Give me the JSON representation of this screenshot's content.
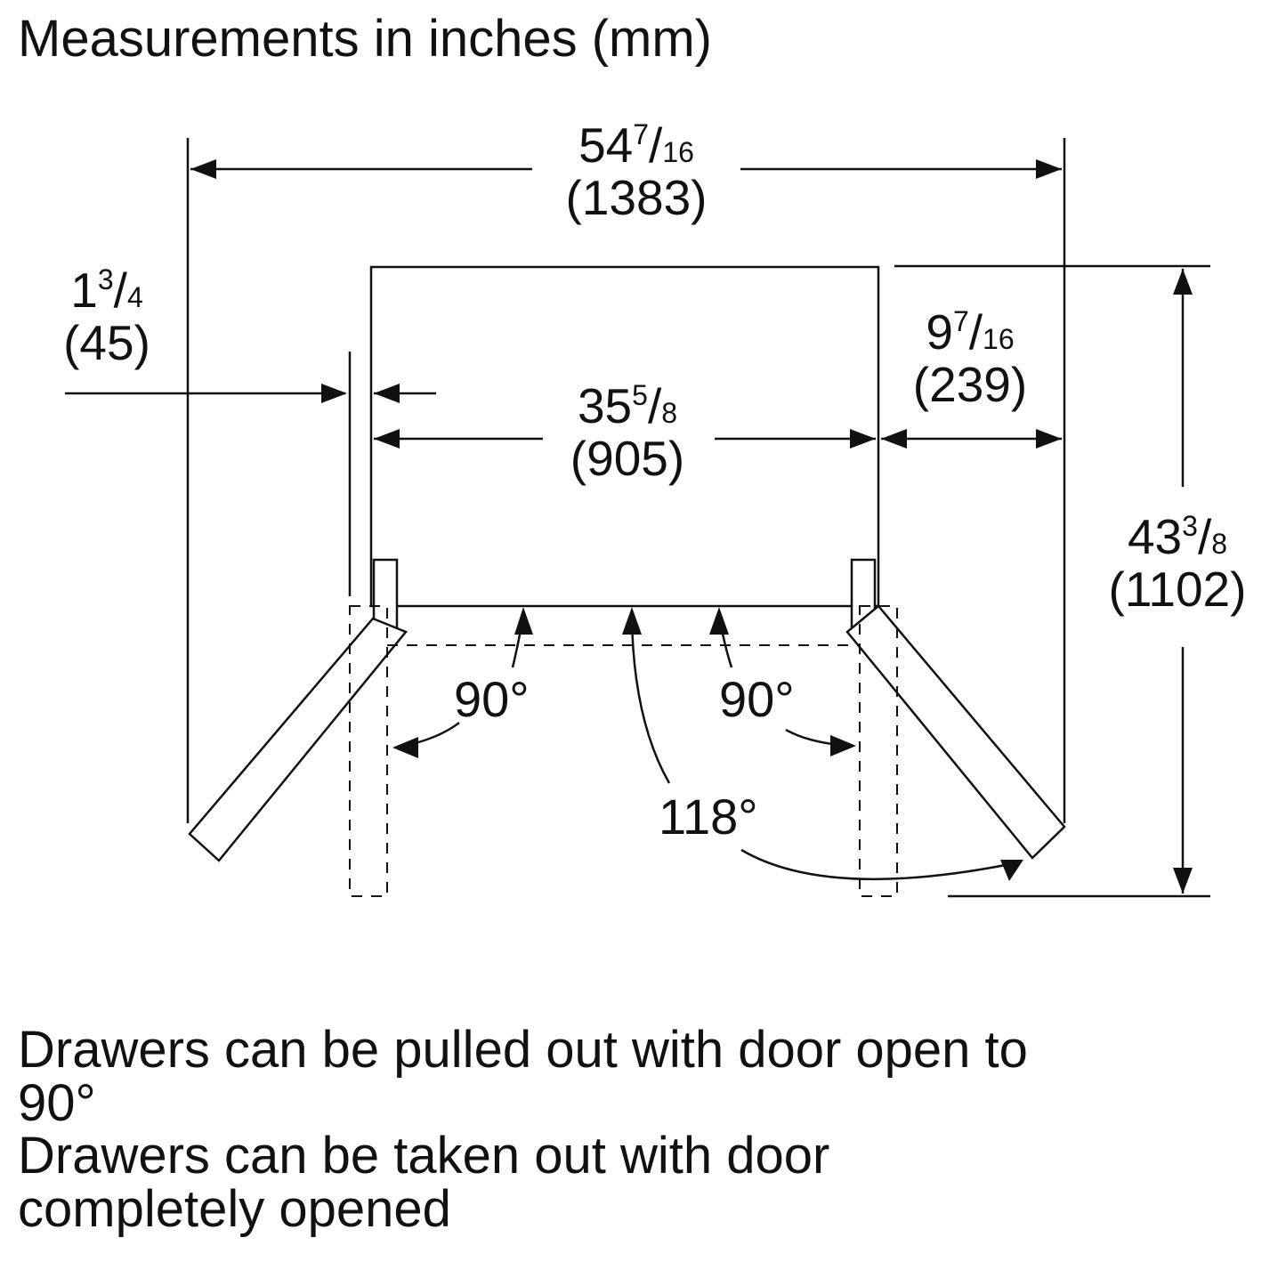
{
  "title": "Measurements in inches (mm)",
  "dimensions": {
    "overall_width": {
      "whole": "54",
      "num": "7",
      "den": "16",
      "mm": "(1383)"
    },
    "side_gap": {
      "whole": "1",
      "num": "3",
      "den": "4",
      "mm": "(45)"
    },
    "cabinet_width": {
      "whole": "35",
      "num": "5",
      "den": "8",
      "mm": "(905)"
    },
    "door_swing": {
      "whole": "9",
      "num": "7",
      "den": "16",
      "mm": "(239)"
    },
    "depth_open": {
      "whole": "43",
      "num": "3",
      "den": "8",
      "mm": "(1102)"
    }
  },
  "angles": {
    "left": "90°",
    "right": "90°",
    "full": "118°"
  },
  "notes": [
    "Drawers can be pulled out with door open to",
    "90°",
    "Drawers can be taken out with door",
    "completely opened"
  ]
}
